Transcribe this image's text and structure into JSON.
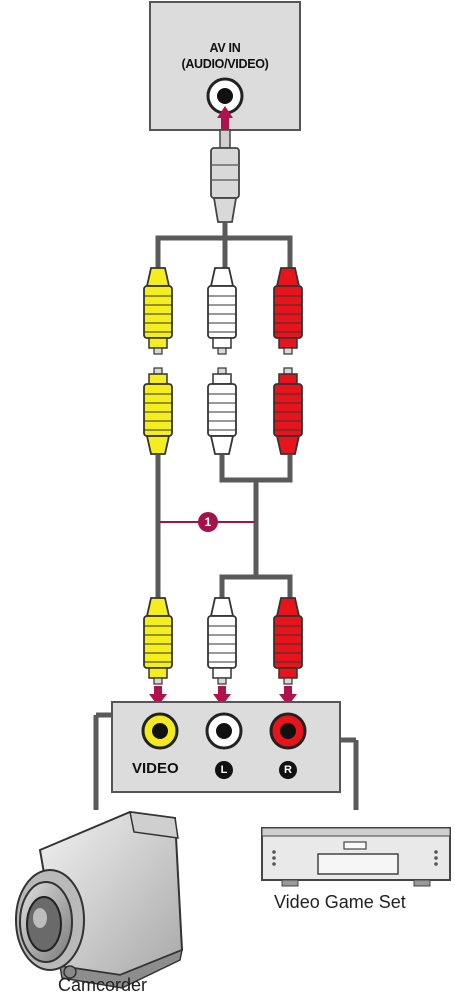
{
  "tv_input": {
    "title_line1": "AV IN",
    "title_line2": "(AUDIO/VIDEO)"
  },
  "callout": {
    "number": "1"
  },
  "device_panel": {
    "ports": [
      {
        "label": "VIDEO",
        "color": "#f2ea1e"
      },
      {
        "label": "L",
        "color": "#ffffff"
      },
      {
        "label": "R",
        "color": "#e8141b"
      }
    ]
  },
  "devices": {
    "camcorder": "Camcorder",
    "game_set": "Video Game Set"
  },
  "colors": {
    "video_plug": "#f5ee1f",
    "left_plug": "#ffffff",
    "right_plug": "#e8141b",
    "cable": "#5a5a5a",
    "panel": "#dcdcdc",
    "arrow": "#b0124d",
    "callout": "#a3124a"
  }
}
